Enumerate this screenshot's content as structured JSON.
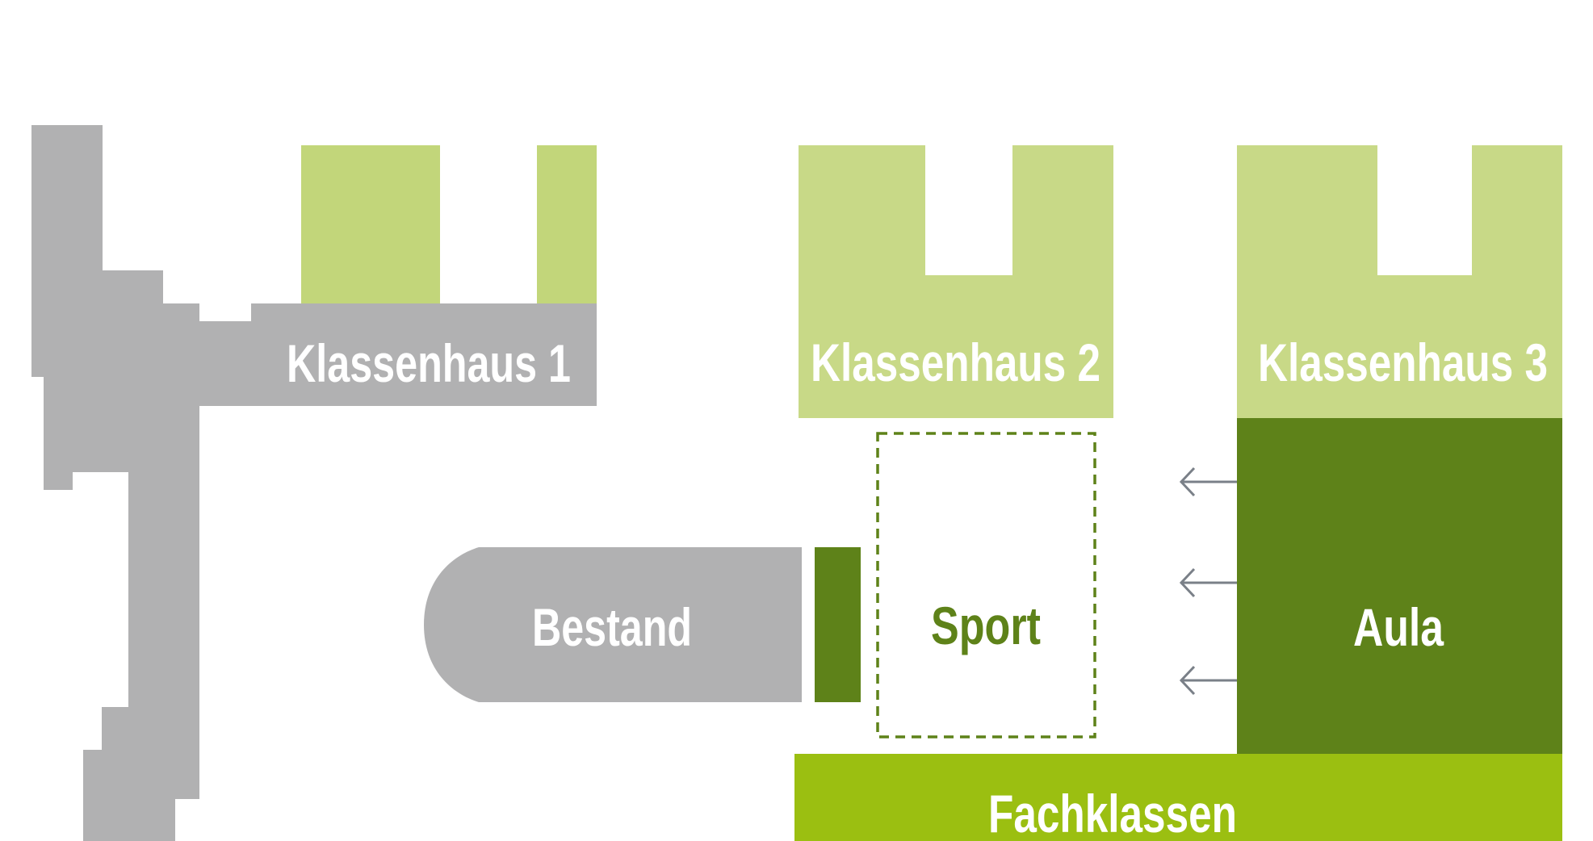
{
  "labels": {
    "klassenhaus1": "Klassenhaus 1",
    "klassenhaus2": "Klassenhaus 2",
    "klassenhaus3": "Klassenhaus 3",
    "bestand": "Bestand",
    "sport": "Sport",
    "aula": "Aula",
    "fachklassen": "Fachklassen"
  },
  "colors": {
    "existing_gray": "#b1b1b2",
    "klassenhaus1_green": "#c2d67a",
    "klassenhaus_light_green": "#c8d987",
    "dark_green": "#5e8219",
    "fachklassen_green": "#9bbf11",
    "arrow_gray": "#7a8088",
    "label_white": "#ffffff"
  },
  "icons": [
    "arrow-left-icon",
    "arrow-left-icon",
    "arrow-left-icon"
  ]
}
